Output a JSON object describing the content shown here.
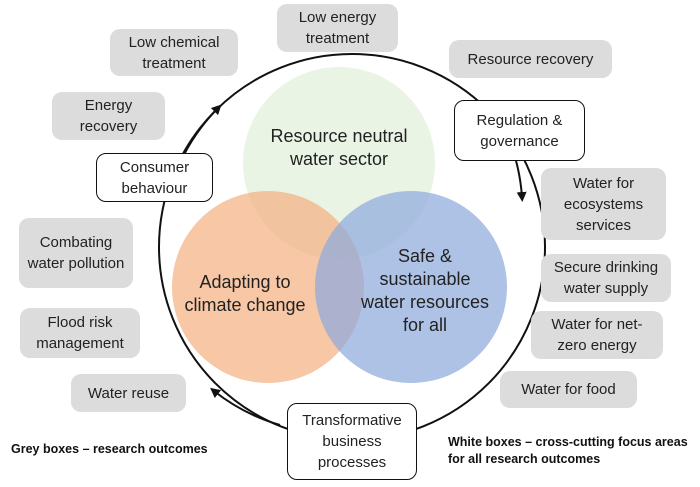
{
  "center": {
    "top": "Resource neutral water sector",
    "left": "Adapting to climate change",
    "right": "Safe & sustainable water resources for all"
  },
  "grey_boxes": {
    "low_energy": "Low energy treatment",
    "low_chemical": "Low chemical treatment",
    "resource_recovery": "Resource recovery",
    "energy_recovery": "Energy recovery",
    "water_ecosystems": "Water for ecosystems services",
    "combating_pollution": "Combating water pollution",
    "secure_drinking": "Secure drinking water supply",
    "flood_risk": "Flood risk management",
    "net_zero": "Water for net-zero energy",
    "water_reuse": "Water reuse",
    "water_food": "Water for food"
  },
  "white_boxes": {
    "consumer": "Consumer behaviour",
    "regulation": "Regulation & governance",
    "transformative": "Transformative business processes"
  },
  "legend": {
    "grey": "Grey boxes – research outcomes",
    "white": "White boxes – cross-cutting focus areas for all research outcomes"
  },
  "colors": {
    "top_circle": "#e2f0d9",
    "left_circle": "#f4b183",
    "right_circle": "#8faadc",
    "grey_box": "#dcdcdc"
  }
}
